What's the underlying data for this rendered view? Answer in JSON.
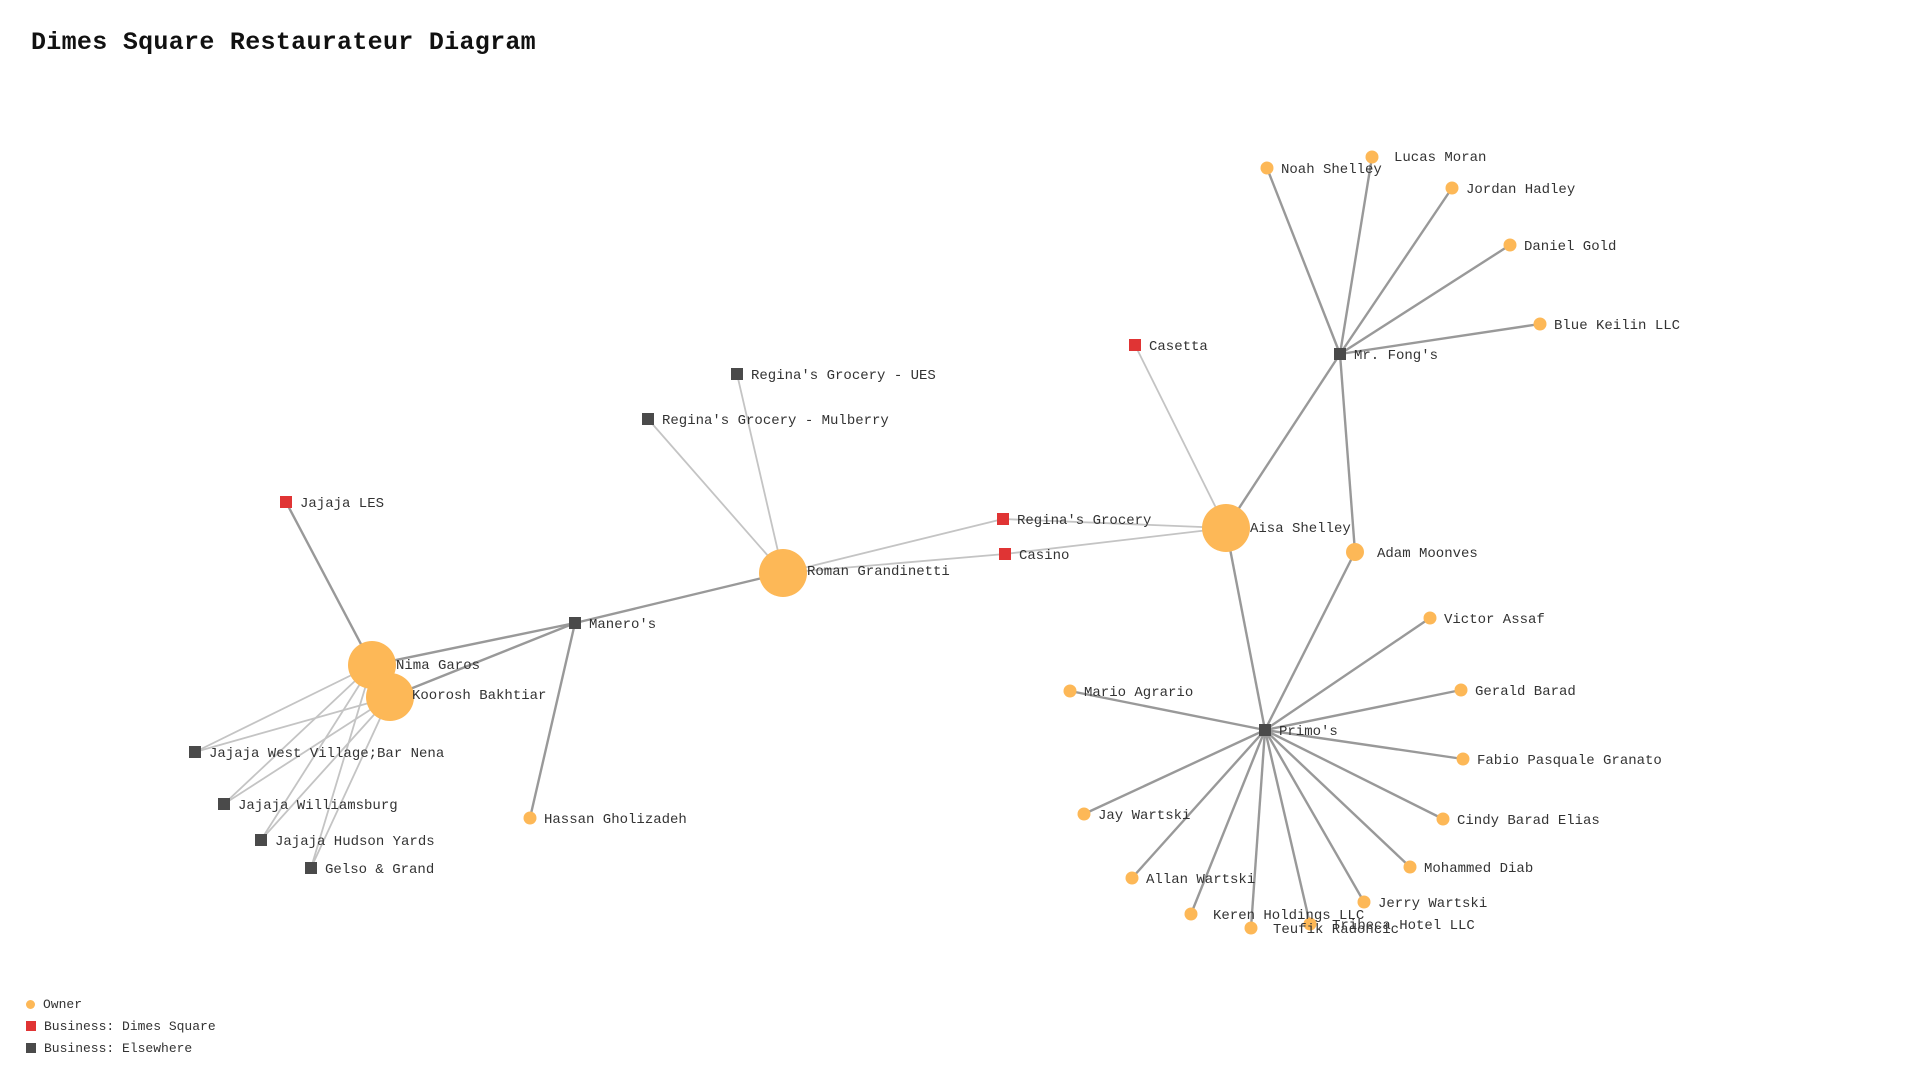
{
  "title": "Dimes Square Restaurateur Diagram",
  "colors": {
    "owner": "#fdb857",
    "business_dimes_square": "#e03434",
    "business_elsewhere": "#4a4a4a",
    "edge": "#999999",
    "edge_light": "#c4c4c4"
  },
  "legend": [
    {
      "label": "Owner",
      "group": "owner"
    },
    {
      "label": "Business: Dimes Square",
      "group": "business_dimes_square"
    },
    {
      "label": "Business: Elsewhere",
      "group": "business_elsewhere"
    }
  ],
  "nodes": [
    {
      "id": "nima",
      "label": "Nima Garos",
      "group": "owner",
      "size": "large"
    },
    {
      "id": "koorosh",
      "label": "Koorosh Bakhtiar",
      "group": "owner",
      "size": "large"
    },
    {
      "id": "roman",
      "label": "Roman Grandinetti",
      "group": "owner",
      "size": "large"
    },
    {
      "id": "aisa",
      "label": "Aisa Shelley",
      "group": "owner",
      "size": "large"
    },
    {
      "id": "hassan",
      "label": "Hassan Gholizadeh",
      "group": "owner",
      "size": "small"
    },
    {
      "id": "adam",
      "label": "Adam Moonves",
      "group": "owner",
      "size": "medium"
    },
    {
      "id": "noah",
      "label": "Noah Shelley",
      "group": "owner",
      "size": "small"
    },
    {
      "id": "lucas",
      "label": "Lucas Moran",
      "group": "owner",
      "size": "small"
    },
    {
      "id": "jordan",
      "label": "Jordan Hadley",
      "group": "owner",
      "size": "small"
    },
    {
      "id": "daniel",
      "label": "Daniel Gold",
      "group": "owner",
      "size": "small"
    },
    {
      "id": "blue",
      "label": "Blue Keilin LLC",
      "group": "owner",
      "size": "small"
    },
    {
      "id": "victor",
      "label": "Victor Assaf",
      "group": "owner",
      "size": "small"
    },
    {
      "id": "gerald",
      "label": "Gerald Barad",
      "group": "owner",
      "size": "small"
    },
    {
      "id": "fabio",
      "label": "Fabio Pasquale Granato",
      "group": "owner",
      "size": "small"
    },
    {
      "id": "cindy",
      "label": "Cindy Barad Elias",
      "group": "owner",
      "size": "small"
    },
    {
      "id": "mohammed",
      "label": "Mohammed Diab",
      "group": "owner",
      "size": "small"
    },
    {
      "id": "jerry",
      "label": "Jerry Wartski",
      "group": "owner",
      "size": "small"
    },
    {
      "id": "tribeca",
      "label": "Tribeca Hotel LLC",
      "group": "owner",
      "size": "small"
    },
    {
      "id": "teufik",
      "label": "Teufik Radoncic",
      "group": "owner",
      "size": "small"
    },
    {
      "id": "keren",
      "label": "Keren Holdings LLC",
      "group": "owner",
      "size": "small"
    },
    {
      "id": "allan",
      "label": "Allan Wartski",
      "group": "owner",
      "size": "small"
    },
    {
      "id": "jay",
      "label": "Jay Wartski",
      "group": "owner",
      "size": "small"
    },
    {
      "id": "mario",
      "label": "Mario Agrario",
      "group": "owner",
      "size": "small"
    },
    {
      "id": "jajaja_les",
      "label": "Jajaja LES",
      "group": "business_dimes_square"
    },
    {
      "id": "reginas",
      "label": "Regina's Grocery",
      "group": "business_dimes_square"
    },
    {
      "id": "casino",
      "label": "Casino",
      "group": "business_dimes_square"
    },
    {
      "id": "casetta",
      "label": "Casetta",
      "group": "business_dimes_square"
    },
    {
      "id": "maneros",
      "label": "Manero's",
      "group": "business_elsewhere"
    },
    {
      "id": "jajaja_wv",
      "label": "Jajaja West Village;Bar Nena",
      "group": "business_elsewhere"
    },
    {
      "id": "jajaja_wb",
      "label": "Jajaja Williamsburg",
      "group": "business_elsewhere"
    },
    {
      "id": "jajaja_hy",
      "label": "Jajaja Hudson Yards",
      "group": "business_elsewhere"
    },
    {
      "id": "gelso",
      "label": "Gelso & Grand",
      "group": "business_elsewhere"
    },
    {
      "id": "reginas_ues",
      "label": "Regina's Grocery - UES",
      "group": "business_elsewhere"
    },
    {
      "id": "reginas_mul",
      "label": "Regina's Grocery - Mulberry",
      "group": "business_elsewhere"
    },
    {
      "id": "fongs",
      "label": "Mr. Fong's",
      "group": "business_elsewhere"
    },
    {
      "id": "primos",
      "label": "Primo's",
      "group": "business_elsewhere"
    }
  ],
  "edges": [
    {
      "source": "nima",
      "target": "jajaja_les"
    },
    {
      "source": "nima",
      "target": "maneros"
    },
    {
      "source": "koorosh",
      "target": "maneros"
    },
    {
      "source": "nima",
      "target": "jajaja_wv"
    },
    {
      "source": "koorosh",
      "target": "jajaja_wv"
    },
    {
      "source": "nima",
      "target": "jajaja_wb"
    },
    {
      "source": "koorosh",
      "target": "jajaja_wb"
    },
    {
      "source": "nima",
      "target": "jajaja_hy"
    },
    {
      "source": "koorosh",
      "target": "jajaja_hy"
    },
    {
      "source": "nima",
      "target": "gelso"
    },
    {
      "source": "koorosh",
      "target": "gelso"
    },
    {
      "source": "hassan",
      "target": "maneros"
    },
    {
      "source": "roman",
      "target": "maneros"
    },
    {
      "source": "roman",
      "target": "reginas_ues"
    },
    {
      "source": "roman",
      "target": "reginas_mul"
    },
    {
      "source": "roman",
      "target": "reginas"
    },
    {
      "source": "roman",
      "target": "casino"
    },
    {
      "source": "aisa",
      "target": "reginas"
    },
    {
      "source": "aisa",
      "target": "casino"
    },
    {
      "source": "aisa",
      "target": "casetta"
    },
    {
      "source": "aisa",
      "target": "fongs"
    },
    {
      "source": "aisa",
      "target": "primos"
    },
    {
      "source": "adam",
      "target": "fongs"
    },
    {
      "source": "adam",
      "target": "primos"
    },
    {
      "source": "noah",
      "target": "fongs"
    },
    {
      "source": "lucas",
      "target": "fongs"
    },
    {
      "source": "jordan",
      "target": "fongs"
    },
    {
      "source": "daniel",
      "target": "fongs"
    },
    {
      "source": "blue",
      "target": "fongs"
    },
    {
      "source": "victor",
      "target": "primos"
    },
    {
      "source": "gerald",
      "target": "primos"
    },
    {
      "source": "fabio",
      "target": "primos"
    },
    {
      "source": "cindy",
      "target": "primos"
    },
    {
      "source": "mohammed",
      "target": "primos"
    },
    {
      "source": "jerry",
      "target": "primos"
    },
    {
      "source": "tribeca",
      "target": "primos"
    },
    {
      "source": "teufik",
      "target": "primos"
    },
    {
      "source": "keren",
      "target": "primos"
    },
    {
      "source": "allan",
      "target": "primos"
    },
    {
      "source": "jay",
      "target": "primos"
    },
    {
      "source": "mario",
      "target": "primos"
    }
  ]
}
